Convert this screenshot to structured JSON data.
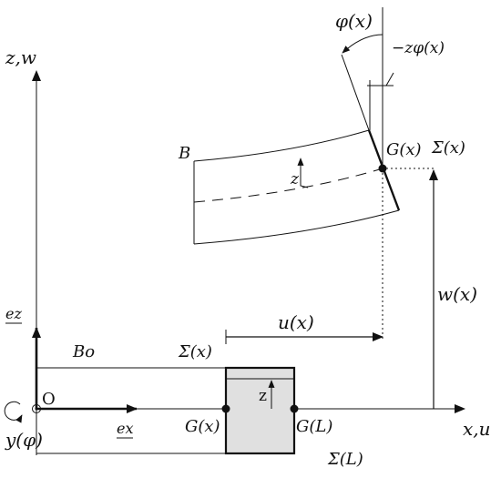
{
  "labels": {
    "axis_z": "z,w",
    "axis_x": "x,u",
    "origin": "O",
    "rotation": "y(φ)",
    "unit_ex": "ex",
    "unit_ez": "ez",
    "beam_ref": "Bo",
    "beam_def": "B",
    "sigma_x_ref": "Σ(x)",
    "sigma_L": "Σ(L)",
    "sigma_x_def": "Σ(x)",
    "g_x_ref": "G(x)",
    "g_L": "G(L)",
    "g_x_def": "G(x)",
    "z_ref": "z",
    "z_def": "z",
    "u_x": "u(x)",
    "w_x": "w(x)",
    "phi_x": "φ(x)",
    "minus_z_phi": "−zφ(x)"
  }
}
